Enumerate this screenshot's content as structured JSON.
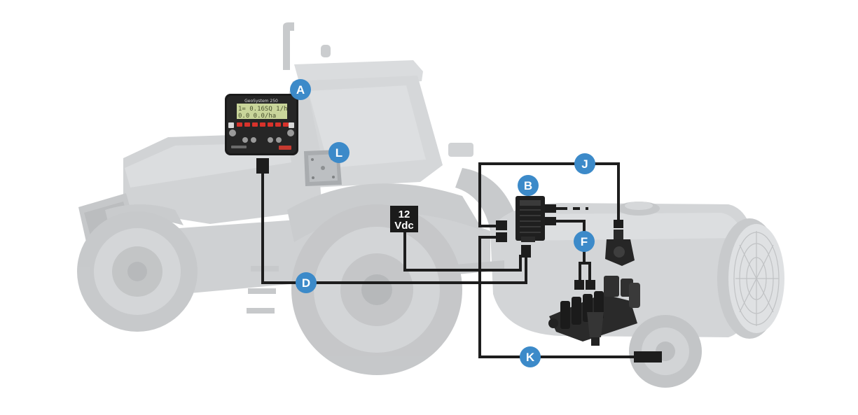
{
  "colors": {
    "background": "#ffffff",
    "machine_gray": "#d4d6d8",
    "machine_shadow": "#b9bcbf",
    "cable": "#1d1d1d",
    "badge": "#3c8ac9",
    "badge_text": "#ffffff",
    "lcd": "#c9d59a"
  },
  "console": {
    "brand": "GeoSystem 250",
    "lcd_line1": "1=  0.16SQ 1/h",
    "lcd_line2": "  0.0  0.0/ha"
  },
  "power_label": {
    "line1": "12",
    "line2": "Vdc"
  },
  "badges": {
    "a": "A",
    "b": "B",
    "d": "D",
    "f": "F",
    "j": "J",
    "k": "K",
    "l": "L"
  }
}
